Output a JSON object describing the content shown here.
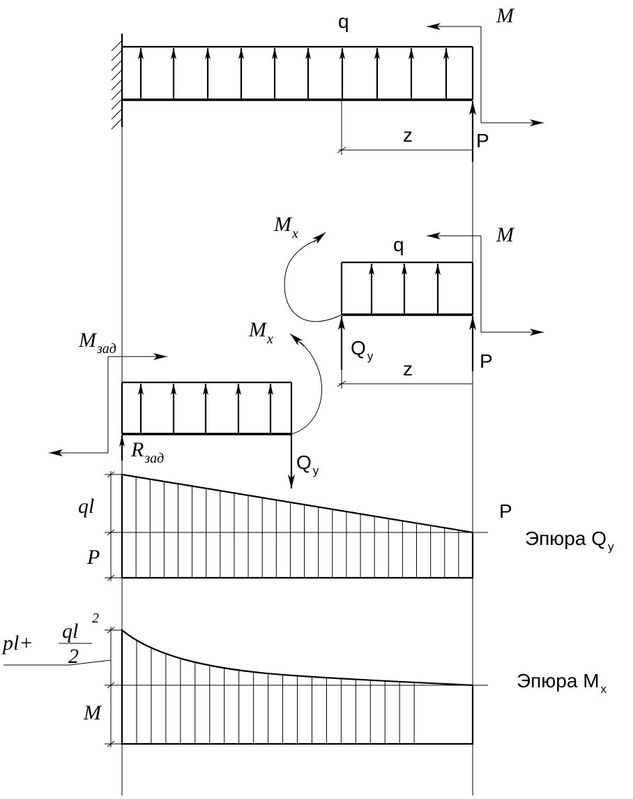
{
  "labels": {
    "q": "q",
    "M": "M",
    "z": "z",
    "P": "P",
    "M_main": "M",
    "x": "x",
    "Q": "Q",
    "y": "y",
    "M_zad": "M",
    "zad": "зад",
    "R": "R",
    "ql": "ql",
    "pl_plus": "pl+",
    "ql_num": "ql",
    "exp2": "2",
    "den2": "2",
    "epyura_q": "Эпюра Q",
    "epyura_m": "Эпюра M"
  },
  "colors": {
    "ink": "#000000",
    "paper": "#ffffff"
  }
}
